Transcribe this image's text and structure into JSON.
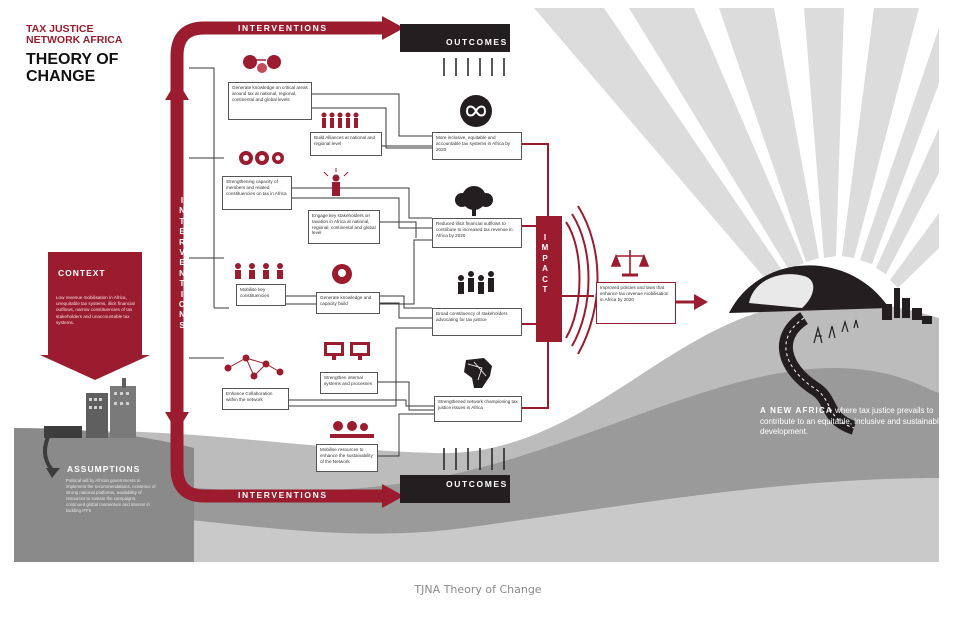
{
  "header": {
    "org_line1": "TAX JUSTICE",
    "org_line2": "NETWORK AFRICA",
    "title_line1": "THEORY OF",
    "title_line2": "CHANGE"
  },
  "context": {
    "title": "CONTEXT",
    "body": "Low revenue mobilisation in Africa, unequitable tax systems, illicit financial outflows, narrow constituencies of tax stakeholders and unaccountable tax systems."
  },
  "assumptions": {
    "title": "ASSUMPTIONS",
    "body": "Political will by African governments to implement the recommendations, existence of strong national platforms, availability of resources to sustain the campaigns, continued global momentum and interest in tackling IFFs"
  },
  "labels": {
    "interventions_top": "INTERVENTIONS",
    "interventions_bottom": "INTERVENTIONS",
    "interventions_vertical": "INTERVENTIONS",
    "outcomes_top": "OUTCOMES",
    "outcomes_bottom": "OUTCOMES",
    "impact": "IMPACT"
  },
  "interventions": [
    {
      "id": "i1",
      "text": "Generate knowledge on critical areas around tax at national, regional, continental and global levels",
      "icon": "brain-gears-icon"
    },
    {
      "id": "i2",
      "text": "Build Alliances at national and regional level",
      "icon": "people-group-icon"
    },
    {
      "id": "i3",
      "text": "Strengthening capacity of members and related constituencies on tax in Africa",
      "icon": "head-gears-icon"
    },
    {
      "id": "i4",
      "text": "Engage key stakeholders on taxation in Africa at national, regional, continental and global level",
      "icon": "speaker-icon"
    },
    {
      "id": "i5",
      "text": "Mobilise key constituencies",
      "icon": "people-network-icon"
    },
    {
      "id": "i6",
      "text": "Generate knowledge and capacity build",
      "icon": "head-bulb-icon"
    },
    {
      "id": "i7",
      "text": "Enhance Collaboration within the network",
      "icon": "network-icon"
    },
    {
      "id": "i8",
      "text": "Strengthen internal systems and processes",
      "icon": "monitors-icon"
    },
    {
      "id": "i9",
      "text": "Mobilise resources to enhance the sustainability of the Network",
      "icon": "conveyor-icon"
    }
  ],
  "outcomes": [
    {
      "id": "o1",
      "text": "More inclusive, equitable and accountable tax systems in Africa by 2020",
      "icon": "infinity-icon"
    },
    {
      "id": "o2",
      "text": "Reduced illicit financial outflows to contribute to increased tax revenue in Africa by 2020",
      "icon": "money-tree-icon"
    },
    {
      "id": "o3",
      "text": "Broad constituency of stakeholders advocating for tax justice",
      "icon": "crowd-icon"
    },
    {
      "id": "o4",
      "text": "Strengthened network championing tax justice issues in Africa",
      "icon": "africa-network-icon"
    }
  ],
  "impact": {
    "text": "Improved policies and laws that enhance tax revenue mobilisation in Africa by 2020",
    "icon": "scales-icon"
  },
  "new_africa": {
    "lead": "A NEW AFRICA",
    "text": " where tax justice prevails to contribute to an equitable, inclusive and sustainable development."
  },
  "caption": "TJNA Theory of Change",
  "colors": {
    "brand_red": "#9b1c2e",
    "dark": "#231f20",
    "grey_dark": "#7d7d7d",
    "grey_mid": "#a7a7a7",
    "grey_light": "#d4d4d4"
  }
}
